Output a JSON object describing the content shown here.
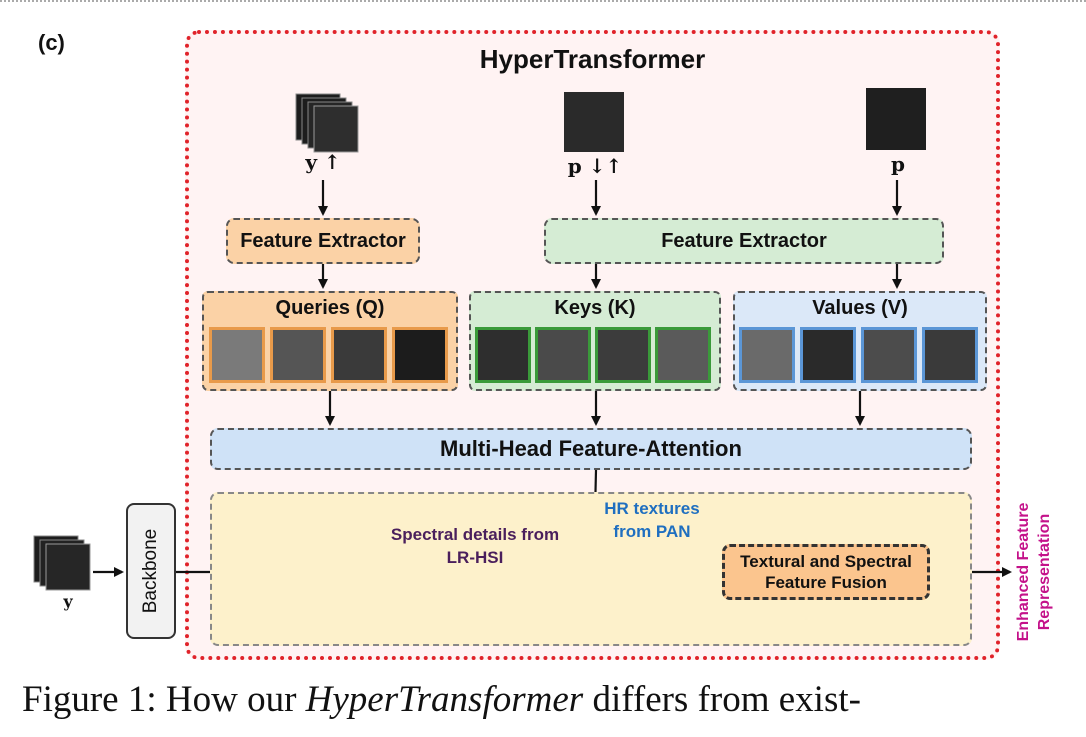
{
  "panel_label": "(c)",
  "title": "HyperTransformer",
  "inputs": {
    "hsi_up": "y ↑",
    "pan_downup": "p ↓↑",
    "pan": "p",
    "hsi_lr": "y"
  },
  "feature_extractor_left": "Feature Extractor",
  "feature_extractor_right": "Feature Extractor",
  "queries": "Queries (Q)",
  "keys": "Keys (K)",
  "values": "Values (V)",
  "attention": "Multi-Head Feature-Attention",
  "backbone": "Backbone",
  "spectral_details": "Spectral details from LR-HSI",
  "hr_textures": "HR textures from PAN",
  "fusion": {
    "line1": "Textural and Spectral",
    "line2": "Feature Fusion"
  },
  "output_label": {
    "line1": "Enhanced Feature",
    "line2": "Representation"
  },
  "colors": {
    "frame": "#e0232a",
    "queries": "#e89a4a",
    "keys": "#3a9a3a",
    "values": "#5b96d6",
    "output_label": "#c4128a",
    "spectral_label": "#4a1f5c",
    "hr_label": "#1f6fc0"
  },
  "caption": {
    "prefix": "Figure 1:  How our ",
    "italic": "HyperTransformer",
    "suffix": " differs from exist-"
  }
}
